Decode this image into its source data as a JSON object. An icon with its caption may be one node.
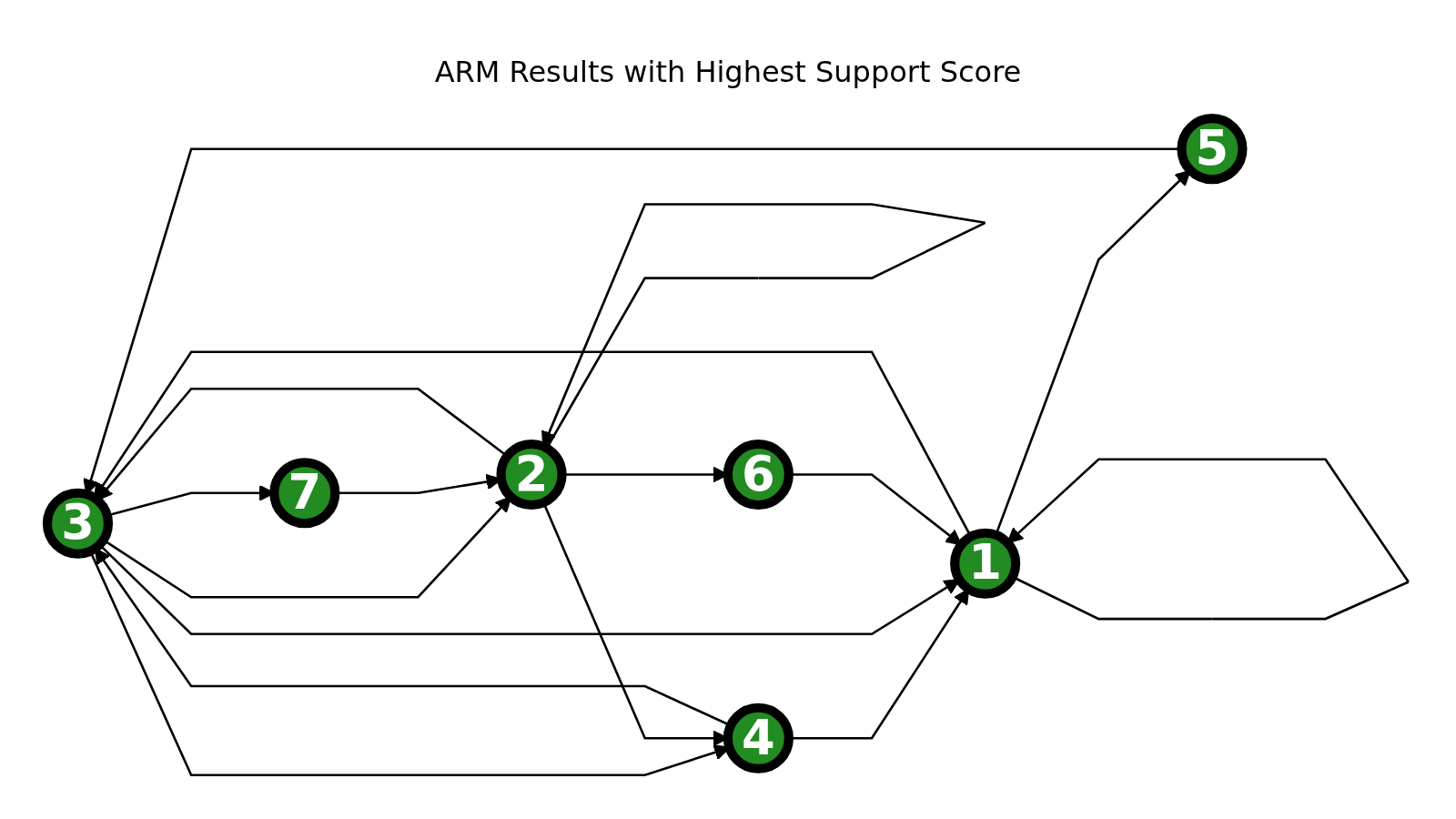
{
  "diagram": {
    "title": "ARM Results with Highest Support Score",
    "nodes": [
      {
        "text": [
          "3"
        ]
      },
      {
        "text": [
          "2"
        ]
      },
      {
        "text": [
          "4"
        ]
      },
      {
        "text": [
          "1"
        ]
      },
      {
        "text": [
          "5"
        ]
      },
      {
        "text": [
          "7"
        ]
      },
      {
        "text": [
          "6"
        ]
      }
    ],
    "edges": [
      {
        "from": 1,
        "to": 1,
        "arrow": "to"
      },
      {
        "from": 3,
        "to": 3,
        "arrow": "to"
      },
      {
        "from": 0,
        "to": 1,
        "arrow": "to"
      },
      {
        "from": 1,
        "to": 0,
        "arrow": "to"
      },
      {
        "from": 0,
        "to": 2,
        "arrow": "to"
      },
      {
        "from": 2,
        "to": 0,
        "arrow": "to"
      },
      {
        "from": 1,
        "to": 2,
        "arrow": "to"
      },
      {
        "from": 2,
        "to": 3,
        "arrow": "to"
      },
      {
        "from": 4,
        "to": 0,
        "arrow": "to"
      },
      {
        "from": 0,
        "to": 5,
        "arrow": "to"
      },
      {
        "from": 0,
        "to": 3,
        "arrow": "to"
      },
      {
        "from": 3,
        "to": 0,
        "arrow": "to"
      },
      {
        "from": 3,
        "to": 4,
        "arrow": "to"
      },
      {
        "from": 1,
        "to": 6,
        "arrow": "to"
      },
      {
        "from": 5,
        "to": 1,
        "arrow": "to"
      },
      {
        "from": 6,
        "to": 3,
        "arrow": "to"
      }
    ]
  }
}
